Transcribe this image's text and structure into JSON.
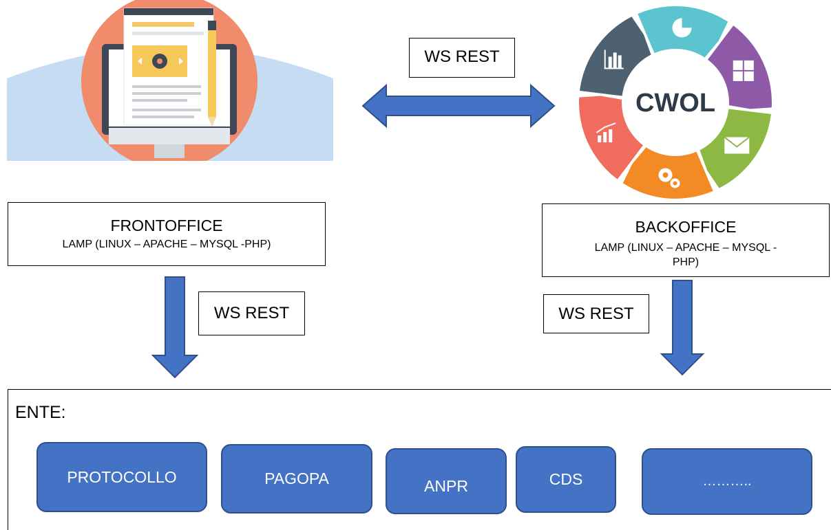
{
  "top_ws": {
    "label": "WS REST"
  },
  "logo": {
    "center_text": "CWOL"
  },
  "frontoffice": {
    "title": "FRONTOFFICE",
    "subtitle": "LAMP (LINUX – APACHE – MYSQL -PHP)"
  },
  "backoffice": {
    "title": "BACKOFFICE",
    "subtitle_line1": "LAMP (LINUX – APACHE – MYSQL -",
    "subtitle_line2": "PHP)"
  },
  "left_ws": {
    "label": "WS REST"
  },
  "right_ws": {
    "label": "WS REST"
  },
  "ente": {
    "label": "ENTE:",
    "services": [
      "PROTOCOLLO",
      "PAGOPA",
      "ANPR",
      "CDS",
      "……….."
    ]
  },
  "colors": {
    "arrow_fill": "#4472c4",
    "arrow_stroke": "#2f4f8a",
    "service_fill": "#4472c4",
    "wave": "#c5dcf3",
    "monitor_circle": "#f08c6c",
    "logo_segments": [
      "#5bc4cf",
      "#8e5aa8",
      "#8db844",
      "#f28b25",
      "#ef6c5e",
      "#4d6170"
    ]
  },
  "icons": {
    "frontoffice_illustration": "computer-monitor-webpage-icon",
    "logo_icons": [
      "pie-chart-icon",
      "calculator-icon",
      "envelope-icon",
      "gears-icon",
      "growth-chart-icon",
      "bar-chart-icon"
    ]
  }
}
